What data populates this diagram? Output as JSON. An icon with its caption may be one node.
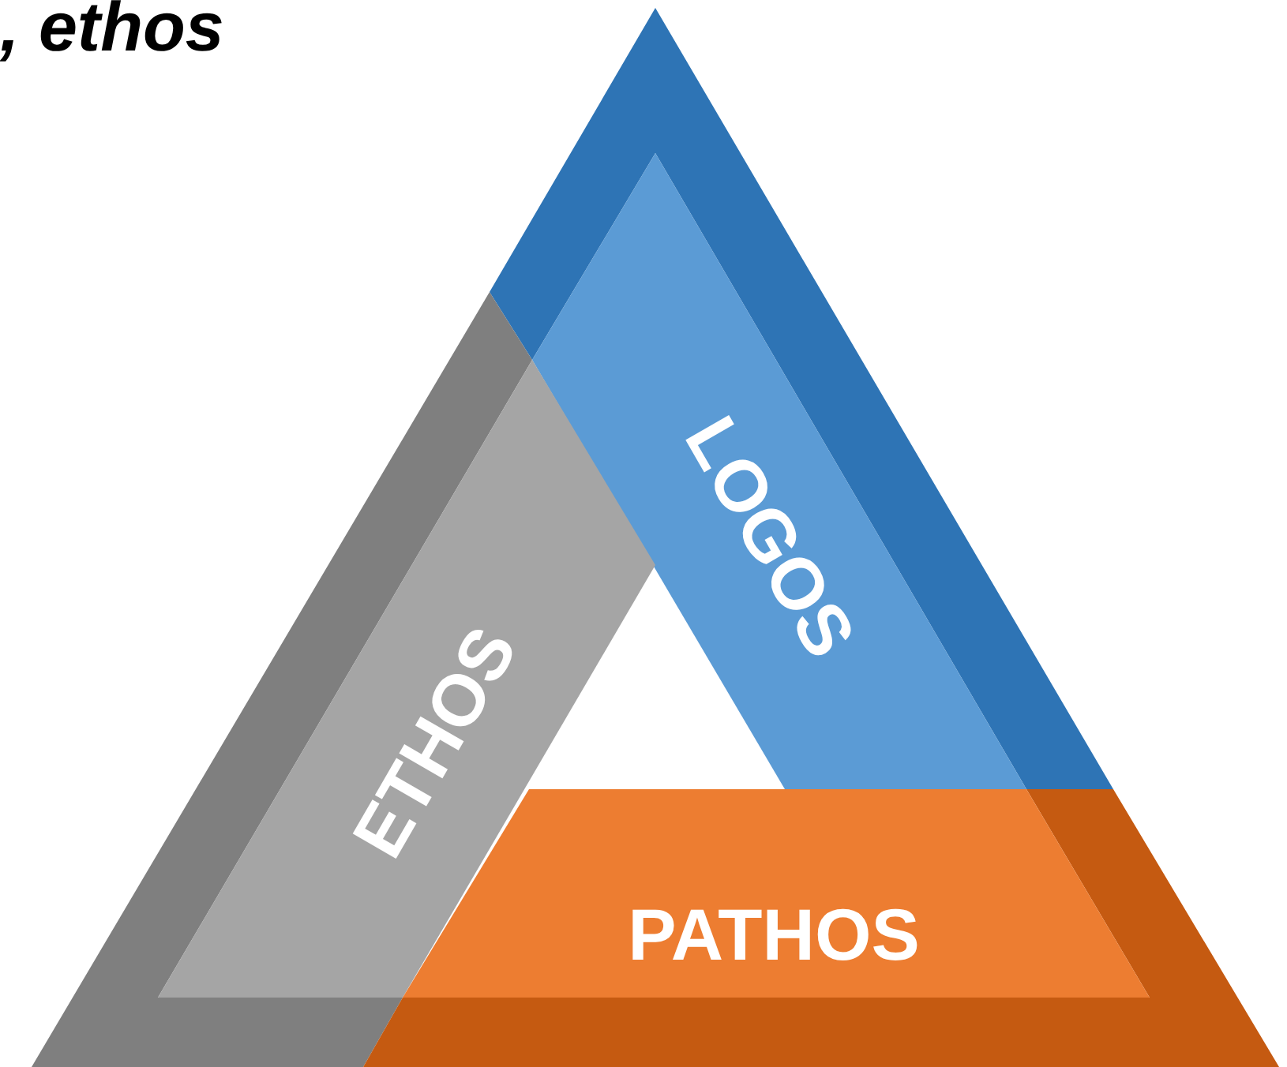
{
  "diagram": {
    "nodes": [
      {
        "text": [
          "LOGOS"
        ]
      },
      {
        "text": [
          "ETHOS"
        ]
      },
      {
        "text": [
          "PATHOS"
        ]
      }
    ],
    "labels": [
      ", ethos"
    ]
  }
}
